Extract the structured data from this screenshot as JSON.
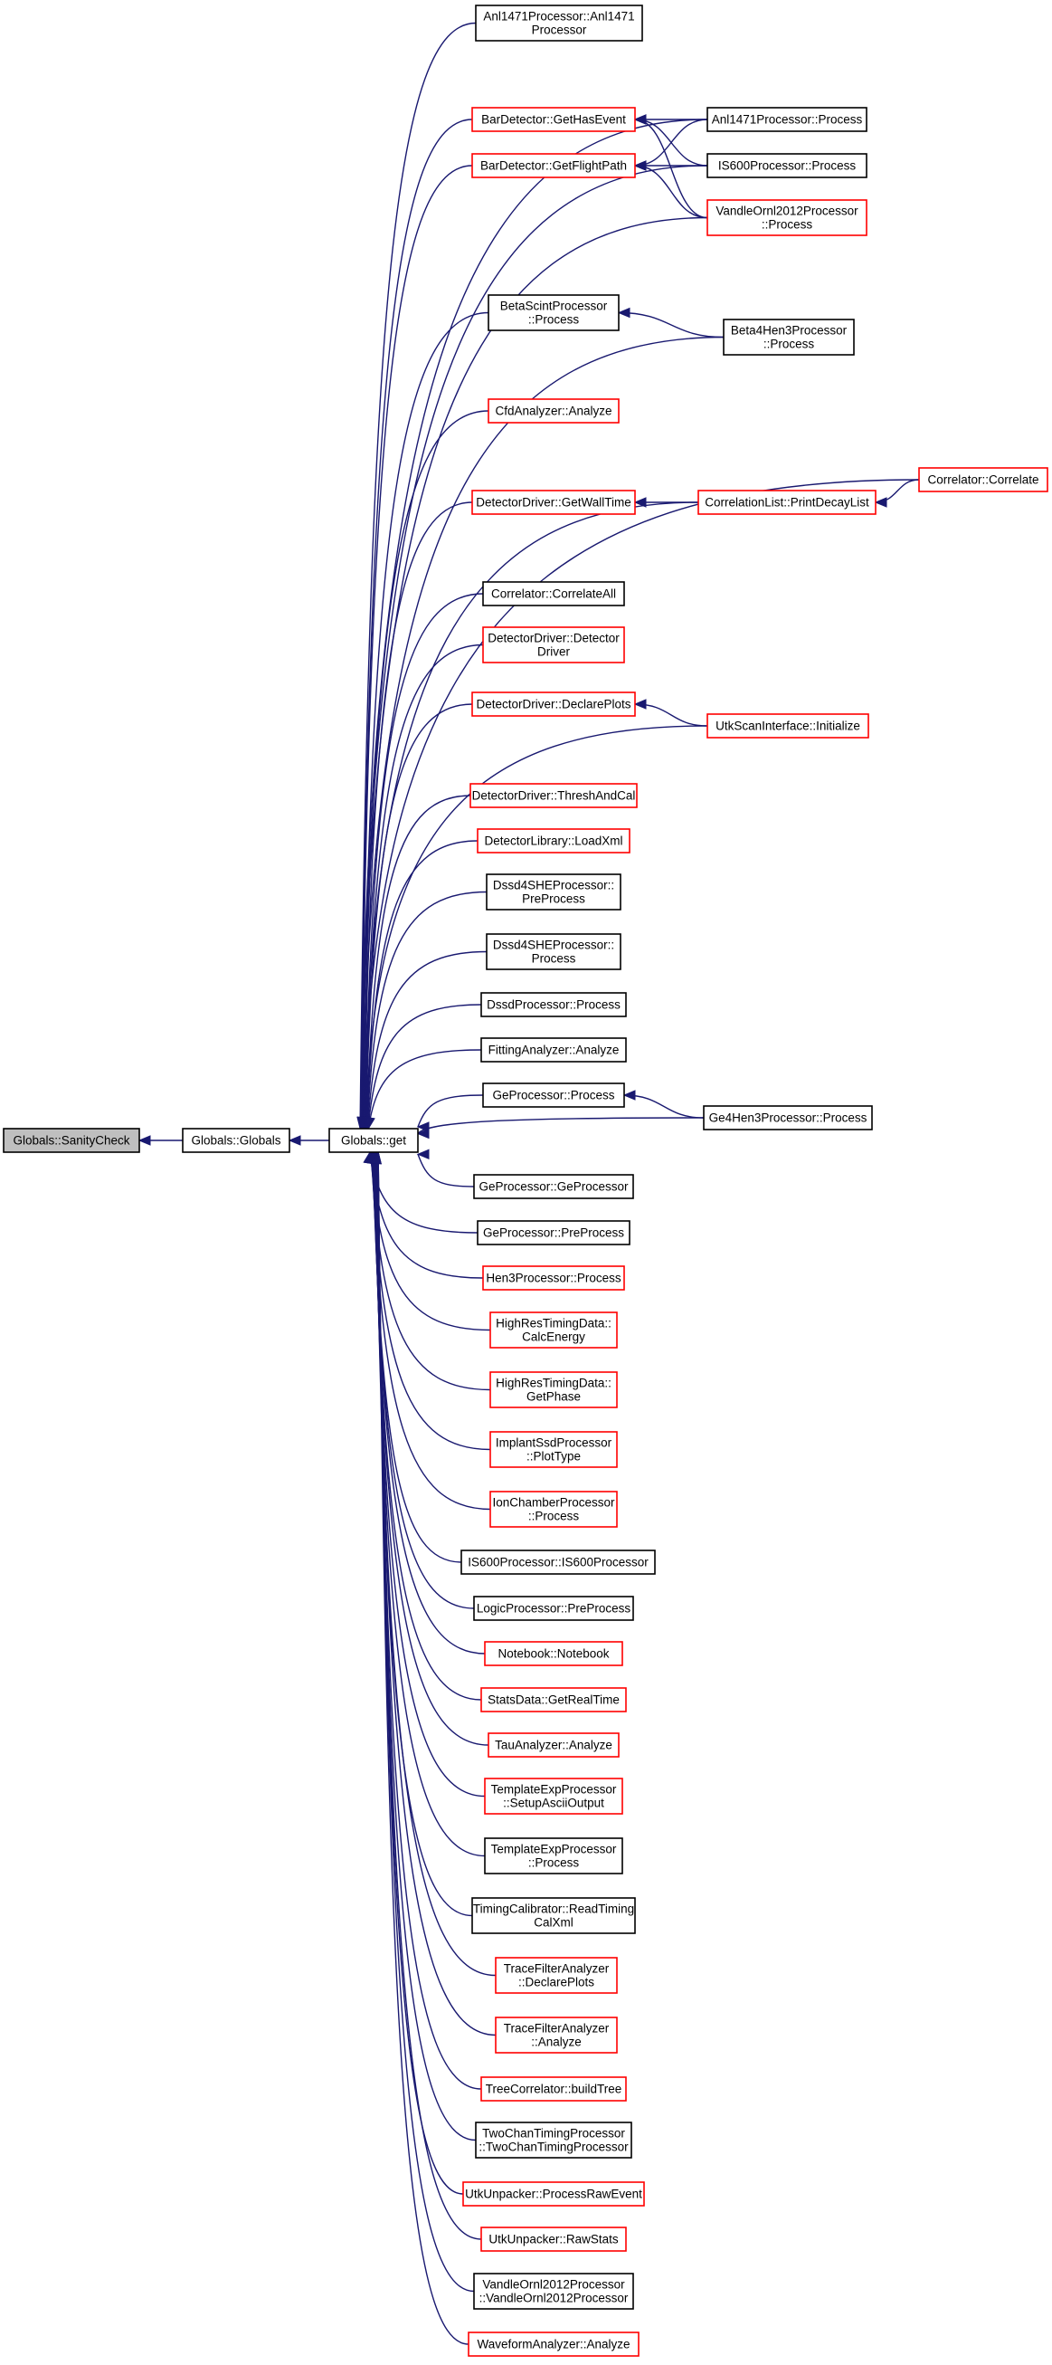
{
  "colors": {
    "edge": "#191970",
    "border_default": "#000000",
    "border_incomplete": "#ff0000",
    "root_fill": "#bfbfbf",
    "node_fill": "#ffffff"
  },
  "nodes": [
    {
      "id": "sanity",
      "lines": [
        "Globals::SanityCheck"
      ],
      "style": "root"
    },
    {
      "id": "globals",
      "lines": [
        "Globals::Globals"
      ],
      "style": "normal"
    },
    {
      "id": "get",
      "lines": [
        "Globals::get"
      ],
      "style": "normal"
    },
    {
      "id": "anl_ctor",
      "lines": [
        "Anl1471Processor::Anl1471",
        "Processor"
      ],
      "style": "normal"
    },
    {
      "id": "bar_hasevent",
      "lines": [
        "BarDetector::GetHasEvent"
      ],
      "style": "red"
    },
    {
      "id": "bar_flightpath",
      "lines": [
        "BarDetector::GetFlightPath"
      ],
      "style": "red"
    },
    {
      "id": "anl_process",
      "lines": [
        "Anl1471Processor::Process"
      ],
      "style": "normal"
    },
    {
      "id": "is600_process",
      "lines": [
        "IS600Processor::Process"
      ],
      "style": "normal"
    },
    {
      "id": "vandle_process",
      "lines": [
        "VandleOrnl2012Processor",
        "::Process"
      ],
      "style": "red"
    },
    {
      "id": "betascint",
      "lines": [
        "BetaScintProcessor",
        "::Process"
      ],
      "style": "normal"
    },
    {
      "id": "beta4hen3",
      "lines": [
        "Beta4Hen3Processor",
        "::Process"
      ],
      "style": "normal"
    },
    {
      "id": "cfd",
      "lines": [
        "CfdAnalyzer::Analyze"
      ],
      "style": "red"
    },
    {
      "id": "correlator_correlate",
      "lines": [
        "Correlator::Correlate"
      ],
      "style": "red"
    },
    {
      "id": "dd_getwalltime",
      "lines": [
        "DetectorDriver::GetWallTime"
      ],
      "style": "red"
    },
    {
      "id": "corrlist_print",
      "lines": [
        "CorrelationList::PrintDecayList"
      ],
      "style": "red"
    },
    {
      "id": "correlator_all",
      "lines": [
        "Correlator::CorrelateAll"
      ],
      "style": "normal"
    },
    {
      "id": "dd_ctor",
      "lines": [
        "DetectorDriver::Detector",
        "Driver"
      ],
      "style": "red"
    },
    {
      "id": "dd_declare",
      "lines": [
        "DetectorDriver::DeclarePlots"
      ],
      "style": "red"
    },
    {
      "id": "utkscan_init",
      "lines": [
        "UtkScanInterface::Initialize"
      ],
      "style": "red"
    },
    {
      "id": "dd_thresh",
      "lines": [
        "DetectorDriver::ThreshAndCal"
      ],
      "style": "red"
    },
    {
      "id": "detlib_load",
      "lines": [
        "DetectorLibrary::LoadXml"
      ],
      "style": "red"
    },
    {
      "id": "dssd4she_pre",
      "lines": [
        "Dssd4SHEProcessor::",
        "PreProcess"
      ],
      "style": "normal"
    },
    {
      "id": "dssd4she_proc",
      "lines": [
        "Dssd4SHEProcessor::",
        "Process"
      ],
      "style": "normal"
    },
    {
      "id": "dssd_proc",
      "lines": [
        "DssdProcessor::Process"
      ],
      "style": "normal"
    },
    {
      "id": "fitting",
      "lines": [
        "FittingAnalyzer::Analyze"
      ],
      "style": "normal"
    },
    {
      "id": "ge_process",
      "lines": [
        "GeProcessor::Process"
      ],
      "style": "normal"
    },
    {
      "id": "ge4hen3",
      "lines": [
        "Ge4Hen3Processor::Process"
      ],
      "style": "normal"
    },
    {
      "id": "ge_ctor",
      "lines": [
        "GeProcessor::GeProcessor"
      ],
      "style": "normal"
    },
    {
      "id": "ge_pre",
      "lines": [
        "GeProcessor::PreProcess"
      ],
      "style": "normal"
    },
    {
      "id": "hen3",
      "lines": [
        "Hen3Processor::Process"
      ],
      "style": "red"
    },
    {
      "id": "hrt_calc",
      "lines": [
        "HighResTimingData::",
        "CalcEnergy"
      ],
      "style": "red"
    },
    {
      "id": "hrt_phase",
      "lines": [
        "HighResTimingData::",
        "GetPhase"
      ],
      "style": "red"
    },
    {
      "id": "implant",
      "lines": [
        "ImplantSsdProcessor",
        "::PlotType"
      ],
      "style": "red"
    },
    {
      "id": "ionchamber",
      "lines": [
        "IonChamberProcessor",
        "::Process"
      ],
      "style": "red"
    },
    {
      "id": "is600_ctor",
      "lines": [
        "IS600Processor::IS600Processor"
      ],
      "style": "normal"
    },
    {
      "id": "logic_pre",
      "lines": [
        "LogicProcessor::PreProcess"
      ],
      "style": "normal"
    },
    {
      "id": "notebook",
      "lines": [
        "Notebook::Notebook"
      ],
      "style": "red"
    },
    {
      "id": "stats",
      "lines": [
        "StatsData::GetRealTime"
      ],
      "style": "red"
    },
    {
      "id": "tau",
      "lines": [
        "TauAnalyzer::Analyze"
      ],
      "style": "red"
    },
    {
      "id": "tmpl_ascii",
      "lines": [
        "TemplateExpProcessor",
        "::SetupAsciiOutput"
      ],
      "style": "red"
    },
    {
      "id": "tmpl_proc",
      "lines": [
        "TemplateExpProcessor",
        "::Process"
      ],
      "style": "normal"
    },
    {
      "id": "timing_cal",
      "lines": [
        "TimingCalibrator::ReadTiming",
        "CalXml"
      ],
      "style": "normal"
    },
    {
      "id": "tfa_declare",
      "lines": [
        "TraceFilterAnalyzer",
        "::DeclarePlots"
      ],
      "style": "red"
    },
    {
      "id": "tfa_analyze",
      "lines": [
        "TraceFilterAnalyzer",
        "::Analyze"
      ],
      "style": "red"
    },
    {
      "id": "tree",
      "lines": [
        "TreeCorrelator::buildTree"
      ],
      "style": "red"
    },
    {
      "id": "twochan",
      "lines": [
        "TwoChanTimingProcessor",
        "::TwoChanTimingProcessor"
      ],
      "style": "normal"
    },
    {
      "id": "utk_raw",
      "lines": [
        "UtkUnpacker::ProcessRawEvent"
      ],
      "style": "red"
    },
    {
      "id": "utk_stats",
      "lines": [
        "UtkUnpacker::RawStats"
      ],
      "style": "red"
    },
    {
      "id": "vandle_ctor",
      "lines": [
        "VandleOrnl2012Processor",
        "::VandleOrnl2012Processor"
      ],
      "style": "normal"
    },
    {
      "id": "waveform",
      "lines": [
        "WaveformAnalyzer::Analyze"
      ],
      "style": "red"
    }
  ],
  "edges": [
    [
      "globals",
      "sanity"
    ],
    [
      "get",
      "globals"
    ],
    [
      "anl_ctor",
      "get"
    ],
    [
      "bar_hasevent",
      "get"
    ],
    [
      "bar_flightpath",
      "get"
    ],
    [
      "anl_process",
      "get"
    ],
    [
      "is600_process",
      "get"
    ],
    [
      "vandle_process",
      "get"
    ],
    [
      "betascint",
      "get"
    ],
    [
      "beta4hen3",
      "get"
    ],
    [
      "cfd",
      "get"
    ],
    [
      "correlator_correlate",
      "get"
    ],
    [
      "dd_getwalltime",
      "get"
    ],
    [
      "corrlist_print",
      "get"
    ],
    [
      "correlator_all",
      "get"
    ],
    [
      "dd_ctor",
      "get"
    ],
    [
      "dd_declare",
      "get"
    ],
    [
      "utkscan_init",
      "get"
    ],
    [
      "dd_thresh",
      "get"
    ],
    [
      "detlib_load",
      "get"
    ],
    [
      "dssd4she_pre",
      "get"
    ],
    [
      "dssd4she_proc",
      "get"
    ],
    [
      "dssd_proc",
      "get"
    ],
    [
      "fitting",
      "get"
    ],
    [
      "ge_process",
      "get"
    ],
    [
      "ge4hen3",
      "get"
    ],
    [
      "ge_ctor",
      "get"
    ],
    [
      "ge_pre",
      "get"
    ],
    [
      "hen3",
      "get"
    ],
    [
      "hrt_calc",
      "get"
    ],
    [
      "hrt_phase",
      "get"
    ],
    [
      "implant",
      "get"
    ],
    [
      "ionchamber",
      "get"
    ],
    [
      "is600_ctor",
      "get"
    ],
    [
      "logic_pre",
      "get"
    ],
    [
      "notebook",
      "get"
    ],
    [
      "stats",
      "get"
    ],
    [
      "tau",
      "get"
    ],
    [
      "tmpl_ascii",
      "get"
    ],
    [
      "tmpl_proc",
      "get"
    ],
    [
      "timing_cal",
      "get"
    ],
    [
      "tfa_declare",
      "get"
    ],
    [
      "tfa_analyze",
      "get"
    ],
    [
      "tree",
      "get"
    ],
    [
      "twochan",
      "get"
    ],
    [
      "utk_raw",
      "get"
    ],
    [
      "utk_stats",
      "get"
    ],
    [
      "vandle_ctor",
      "get"
    ],
    [
      "waveform",
      "get"
    ],
    [
      "anl_process",
      "bar_hasevent"
    ],
    [
      "is600_process",
      "bar_hasevent"
    ],
    [
      "vandle_process",
      "bar_hasevent"
    ],
    [
      "anl_process",
      "bar_flightpath"
    ],
    [
      "is600_process",
      "bar_flightpath"
    ],
    [
      "vandle_process",
      "bar_flightpath"
    ],
    [
      "beta4hen3",
      "betascint"
    ],
    [
      "corrlist_print",
      "dd_getwalltime"
    ],
    [
      "correlator_correlate",
      "corrlist_print"
    ],
    [
      "utkscan_init",
      "dd_declare"
    ],
    [
      "ge4hen3",
      "ge_process"
    ]
  ]
}
